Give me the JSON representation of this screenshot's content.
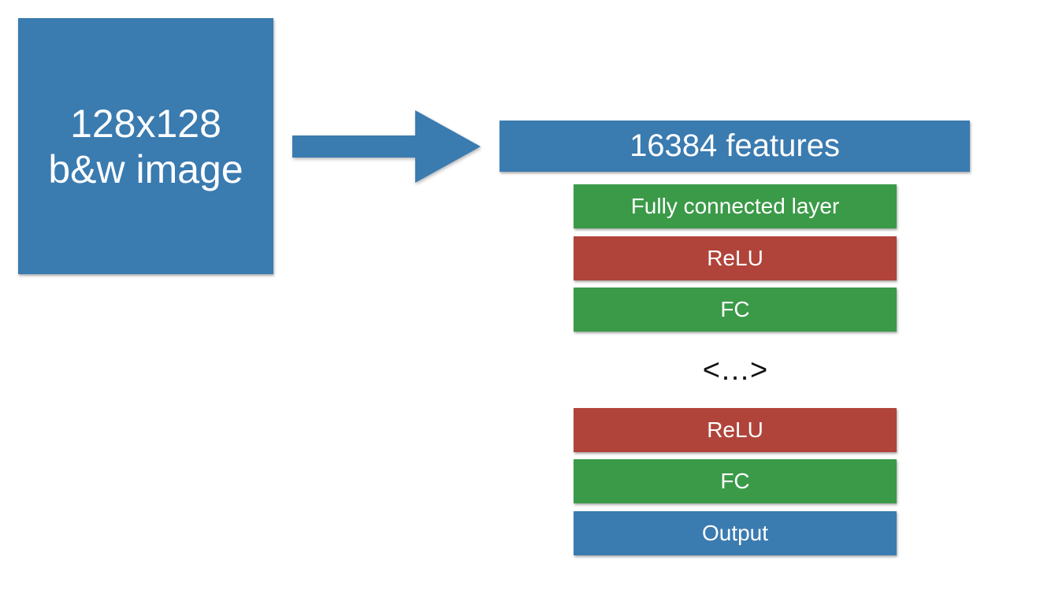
{
  "input": {
    "line1": "128x128",
    "line2": "b&w image"
  },
  "features": {
    "label": "16384 features"
  },
  "layers": [
    {
      "label": "Fully connected layer",
      "kind": "fc"
    },
    {
      "label": "ReLU",
      "kind": "relu"
    },
    {
      "label": "FC",
      "kind": "fc"
    },
    {
      "label": "ReLU",
      "kind": "relu"
    },
    {
      "label": "FC",
      "kind": "fc"
    },
    {
      "label": "Output",
      "kind": "output"
    }
  ],
  "ellipsis": "<…>",
  "colors": {
    "blue": "#3a7bb0",
    "green": "#3b9a48",
    "red": "#b0443a"
  }
}
